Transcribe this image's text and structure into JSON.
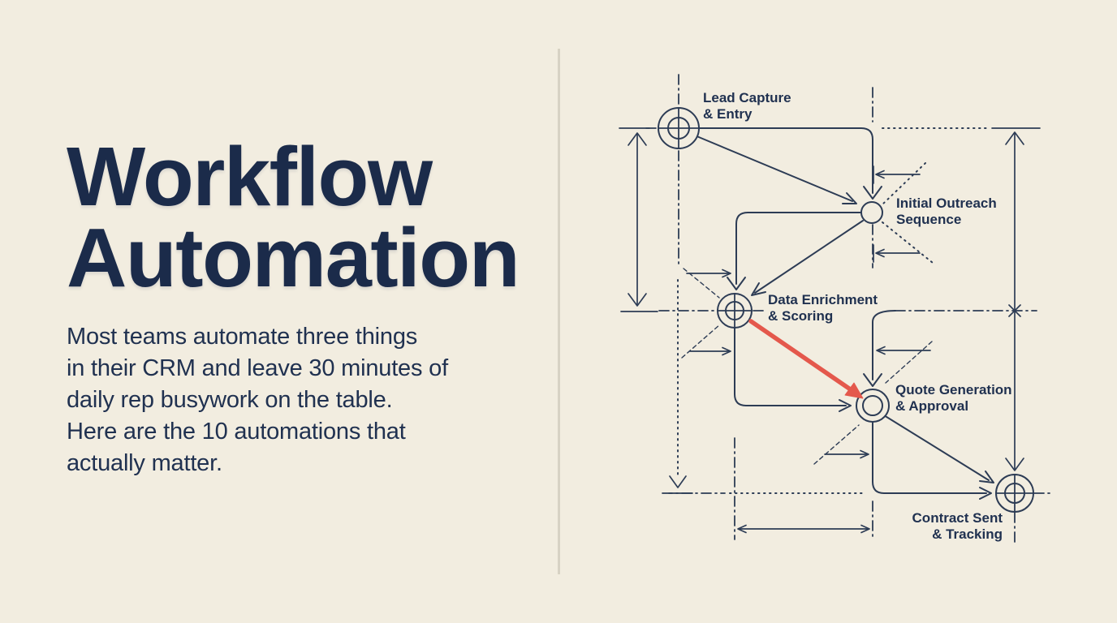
{
  "colors": {
    "background": "#f2ede0",
    "divider": "#d7d2c4",
    "headline_text": "#1b2b4a",
    "body_text": "#203150",
    "diagram_ink": "#2d3c55",
    "highlight_arrow": "#e4584c"
  },
  "left_panel": {
    "title_line1": "Workflow",
    "title_line2": "Automation",
    "intro_lines": [
      "Most teams automate three things",
      "in their CRM and leave 30 minutes of",
      "daily rep busywork on the table.",
      "Here are the 10 automations that",
      "actually matter."
    ]
  },
  "diagram": {
    "style": "technical-blueprint-flowchart",
    "nodes": [
      {
        "id": "lead-capture",
        "label_line1": "Lead Capture",
        "label_line2": "& Entry"
      },
      {
        "id": "initial-outreach",
        "label_line1": "Initial Outreach",
        "label_line2": "Sequence"
      },
      {
        "id": "data-enrichment",
        "label_line1": "Data Enrichment",
        "label_line2": "& Scoring"
      },
      {
        "id": "quote-generation",
        "label_line1": "Quote Generation",
        "label_line2": "& Approval"
      },
      {
        "id": "contract-sent",
        "label_line1": "Contract Sent",
        "label_line2": "& Tracking"
      }
    ],
    "edges": [
      {
        "from": "lead-capture",
        "to": "initial-outreach",
        "style": "arrow"
      },
      {
        "from": "initial-outreach",
        "to": "data-enrichment",
        "style": "arrow"
      },
      {
        "from": "data-enrichment",
        "to": "quote-generation",
        "style": "highlight-arrow",
        "color": "#e4584c"
      },
      {
        "from": "quote-generation",
        "to": "contract-sent",
        "style": "arrow"
      }
    ]
  }
}
